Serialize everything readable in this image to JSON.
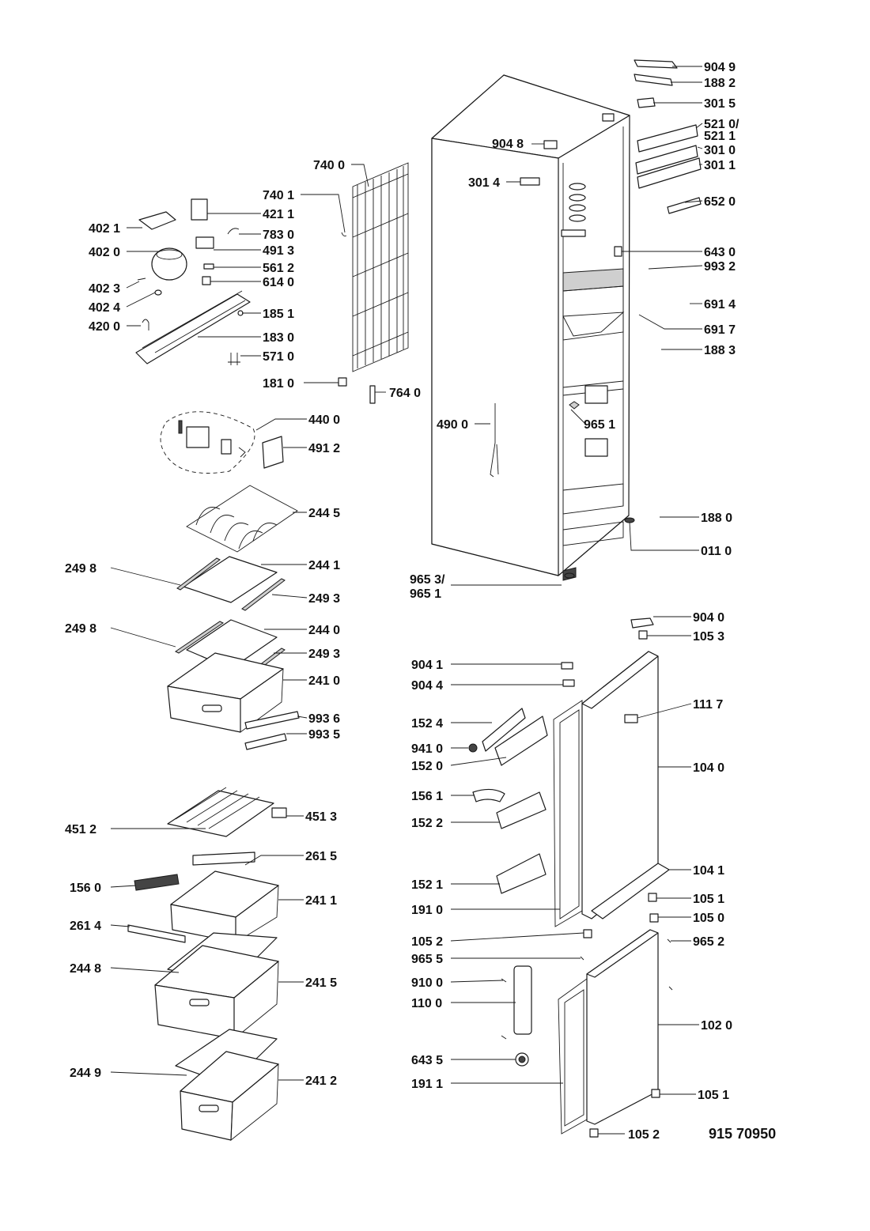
{
  "labels": [
    {
      "id": "904-9",
      "text": "904 9"
    },
    {
      "id": "188-2",
      "text": "188 2"
    },
    {
      "id": "301-5",
      "text": "301 5"
    },
    {
      "id": "521-0",
      "text": "521 0/"
    },
    {
      "id": "521-1",
      "text": "521 1"
    },
    {
      "id": "301-0",
      "text": "301 0"
    },
    {
      "id": "301-1",
      "text": "301 1"
    },
    {
      "id": "652-0",
      "text": "652 0"
    },
    {
      "id": "904-8",
      "text": "904 8"
    },
    {
      "id": "301-4",
      "text": "301 4"
    },
    {
      "id": "740-0",
      "text": "740 0"
    },
    {
      "id": "740-1",
      "text": "740 1"
    },
    {
      "id": "421-1",
      "text": "421 1"
    },
    {
      "id": "402-1",
      "text": "402 1"
    },
    {
      "id": "783-0",
      "text": "783 0"
    },
    {
      "id": "402-0",
      "text": "402 0"
    },
    {
      "id": "491-3",
      "text": "491 3"
    },
    {
      "id": "561-2",
      "text": "561 2"
    },
    {
      "id": "402-3",
      "text": "402 3"
    },
    {
      "id": "614-0",
      "text": "614 0"
    },
    {
      "id": "402-4",
      "text": "402 4"
    },
    {
      "id": "185-1",
      "text": "185 1"
    },
    {
      "id": "420-0",
      "text": "420 0"
    },
    {
      "id": "183-0",
      "text": "183 0"
    },
    {
      "id": "571-0",
      "text": "571 0"
    },
    {
      "id": "181-0",
      "text": "181 0"
    },
    {
      "id": "764-0",
      "text": "764 0"
    },
    {
      "id": "643-0",
      "text": "643 0"
    },
    {
      "id": "993-2",
      "text": "993 2"
    },
    {
      "id": "691-4",
      "text": "691 4"
    },
    {
      "id": "691-7",
      "text": "691 7"
    },
    {
      "id": "188-3",
      "text": "188 3"
    },
    {
      "id": "440-0",
      "text": "440 0"
    },
    {
      "id": "490-0",
      "text": "490 0"
    },
    {
      "id": "965-1a",
      "text": "965 1"
    },
    {
      "id": "491-2",
      "text": "491 2"
    },
    {
      "id": "244-5",
      "text": "244 5"
    },
    {
      "id": "188-0",
      "text": "188 0"
    },
    {
      "id": "011-0",
      "text": "011 0"
    },
    {
      "id": "249-8a",
      "text": "249 8"
    },
    {
      "id": "244-1",
      "text": "244 1"
    },
    {
      "id": "965-3",
      "text": "965 3/"
    },
    {
      "id": "965-1b",
      "text": "965 1"
    },
    {
      "id": "249-3a",
      "text": "249 3"
    },
    {
      "id": "904-0",
      "text": "904 0"
    },
    {
      "id": "249-8b",
      "text": "249 8"
    },
    {
      "id": "244-0",
      "text": "244 0"
    },
    {
      "id": "105-3",
      "text": "105 3"
    },
    {
      "id": "249-3b",
      "text": "249 3"
    },
    {
      "id": "904-1",
      "text": "904 1"
    },
    {
      "id": "241-0",
      "text": "241 0"
    },
    {
      "id": "904-4",
      "text": "904 4"
    },
    {
      "id": "111-7",
      "text": "111 7"
    },
    {
      "id": "993-6",
      "text": "993 6"
    },
    {
      "id": "152-4",
      "text": "152 4"
    },
    {
      "id": "993-5",
      "text": "993 5"
    },
    {
      "id": "941-0",
      "text": "941 0"
    },
    {
      "id": "152-0",
      "text": "152 0"
    },
    {
      "id": "104-0",
      "text": "104 0"
    },
    {
      "id": "156-1",
      "text": "156 1"
    },
    {
      "id": "451-3",
      "text": "451 3"
    },
    {
      "id": "152-2",
      "text": "152 2"
    },
    {
      "id": "451-2",
      "text": "451 2"
    },
    {
      "id": "261-5",
      "text": "261 5"
    },
    {
      "id": "104-1",
      "text": "104 1"
    },
    {
      "id": "152-1",
      "text": "152 1"
    },
    {
      "id": "156-0",
      "text": "156 0"
    },
    {
      "id": "241-1",
      "text": "241 1"
    },
    {
      "id": "105-1a",
      "text": "105 1"
    },
    {
      "id": "191-0",
      "text": "191 0"
    },
    {
      "id": "105-0",
      "text": "105 0"
    },
    {
      "id": "261-4",
      "text": "261 4"
    },
    {
      "id": "105-2a",
      "text": "105 2"
    },
    {
      "id": "965-2",
      "text": "965 2"
    },
    {
      "id": "244-8",
      "text": "244 8"
    },
    {
      "id": "965-5",
      "text": "965 5"
    },
    {
      "id": "241-5",
      "text": "241 5"
    },
    {
      "id": "910-0",
      "text": "910 0"
    },
    {
      "id": "110-0",
      "text": "110 0"
    },
    {
      "id": "102-0",
      "text": "102 0"
    },
    {
      "id": "643-5",
      "text": "643 5"
    },
    {
      "id": "244-9",
      "text": "244 9"
    },
    {
      "id": "241-2",
      "text": "241 2"
    },
    {
      "id": "191-1",
      "text": "191 1"
    },
    {
      "id": "105-1b",
      "text": "105 1"
    },
    {
      "id": "105-2b",
      "text": "105 2"
    }
  ],
  "reference_number": "915 70950"
}
